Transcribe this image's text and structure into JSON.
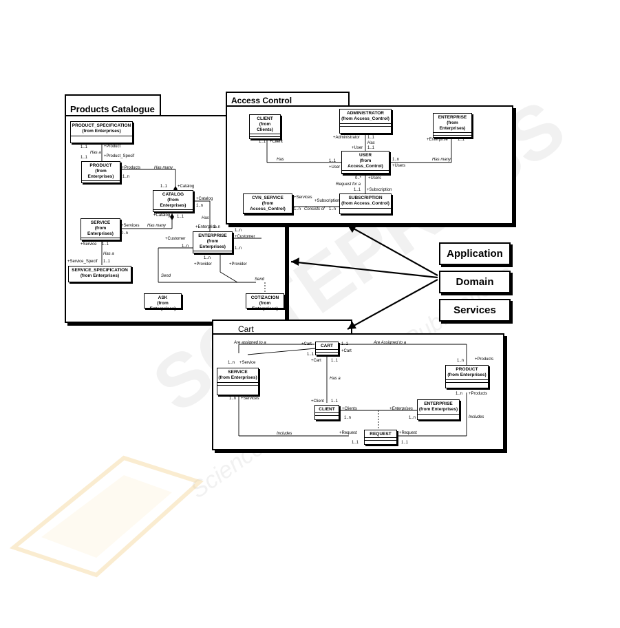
{
  "watermark": {
    "main": "SCITEPRESS",
    "sub": "Science and Technology Publications"
  },
  "layers": {
    "application": "Application",
    "domain": "Domain",
    "services": "Services"
  },
  "products_catalogue": {
    "title": "Products Catalogue",
    "classes": {
      "product_specification": {
        "name": "PRODUCT_SPECIFICATION",
        "from": "(from Enterprises)"
      },
      "product": {
        "name": "PRODUCT",
        "from": "(from Enterprises)"
      },
      "catalog": {
        "name": "CATALOG",
        "from": "(from Enterprises)"
      },
      "service": {
        "name": "SERVICE",
        "from": "(from Enterprises)"
      },
      "service_specification": {
        "name": "SERVICE_SPECIFICATION",
        "from": "(from Enterprises)"
      },
      "enterprise": {
        "name": "ENTERPRISE",
        "from": "(from Enterprises)"
      },
      "ask": {
        "name": "ASK",
        "from": "(from Enterprises)"
      },
      "cotizacion": {
        "name": "COTIZACION",
        "from": "(from Enterprises)"
      }
    },
    "labels": {
      "l1": "1..1",
      "l2": "+Product",
      "l3": "Has a",
      "l4": "1..1",
      "l5": "+Product_Specif",
      "l6": "+Products",
      "l7": "Has many",
      "l8": "1..n",
      "l9": "1..1",
      "l10": "+Catalog",
      "l11": "+Catalog",
      "l12": "1..n",
      "l13": "+Catalog",
      "l14": "1..1",
      "l15": "+Services",
      "l16": "Has many",
      "l17": "0..n",
      "l18": "+Service",
      "l19": "1..1",
      "l20": "Has a",
      "l21": "+Service_Specif",
      "l22": "1..1",
      "l23": "Has",
      "l24": "+Enterprise",
      "l25": "1..n",
      "l26": "1..n",
      "l27": "+Customer",
      "l28": "+Customer",
      "l29": "1..n",
      "l30": "1..n",
      "l31": "1..n",
      "l32": "+Provider",
      "l33": "+Provider",
      "l34": "Send",
      "l35": "Send"
    }
  },
  "access_control": {
    "title": "Access Control",
    "classes": {
      "client": {
        "name": "CLIENT",
        "from": "(from Clients)"
      },
      "administrator": {
        "name": "ADMINISTRATOR",
        "from": "(from Access_Control)"
      },
      "enterprise": {
        "name": "ENTERPRISE",
        "from": "(from Enterprises)"
      },
      "user": {
        "name": "USER",
        "from": "(from Access_Control)"
      },
      "cvn_service": {
        "name": "CVN_SERVICE",
        "from": "(from Access_Control)"
      },
      "subscription": {
        "name": "SUBSCRIPTION",
        "from": "(from Access_Control)"
      }
    },
    "labels": {
      "a1": "1..1",
      "a2": "+Client",
      "a3": "+Administrator",
      "a4": "1..1",
      "a5": "Has",
      "a6": "+User",
      "a7": "1..1",
      "a8": "+Enterprise",
      "a9": "1..1",
      "a10": "Has",
      "a11": "1..1",
      "a12": "+User",
      "a13": "1..n",
      "a14": "+Users",
      "a15": "Has many",
      "a16": "0..*",
      "a17": "+Users",
      "a18": "Request for a",
      "a19": "1..1",
      "a20": "+Subscription",
      "a21": "+Services",
      "a22": "+Subscription",
      "a23": "1..n",
      "a24": "Consists of",
      "a25": "1..n"
    }
  },
  "cart": {
    "title": "Cart",
    "classes": {
      "cart": {
        "name": "CART"
      },
      "service": {
        "name": "SERVICE",
        "from": "(from Enterprises)"
      },
      "product": {
        "name": "PRODUCT",
        "from": "(from Enterprises)"
      },
      "client": {
        "name": "CLIENT"
      },
      "enterprise": {
        "name": "ENTERPRISE",
        "from": "(from Enterprises)"
      },
      "request": {
        "name": "REQUEST"
      }
    },
    "labels": {
      "c1": "Are assigned to a",
      "c2": "+Cart",
      "c3": "1..1",
      "c4": "Are Assigned to a",
      "c5": "1..1",
      "c6": "+Cart",
      "c7": "+Cart",
      "c8": "1..1",
      "c9": "1..n",
      "c10": "+Service",
      "c11": "1..n",
      "c12": "+Products",
      "c13": "Has a",
      "c14": "1..n",
      "c15": "+Services",
      "c16": "+Client",
      "c17": "1..1",
      "c18": "+Clients",
      "c19": "+Enterprises",
      "c20": "1..n",
      "c21": "+Products",
      "c22": "1..n",
      "c23": "1..n",
      "c24": "Includes",
      "c25": "Includes",
      "c26": "+Request",
      "c27": "+Request",
      "c28": "1..1",
      "c29": "1..1"
    }
  }
}
